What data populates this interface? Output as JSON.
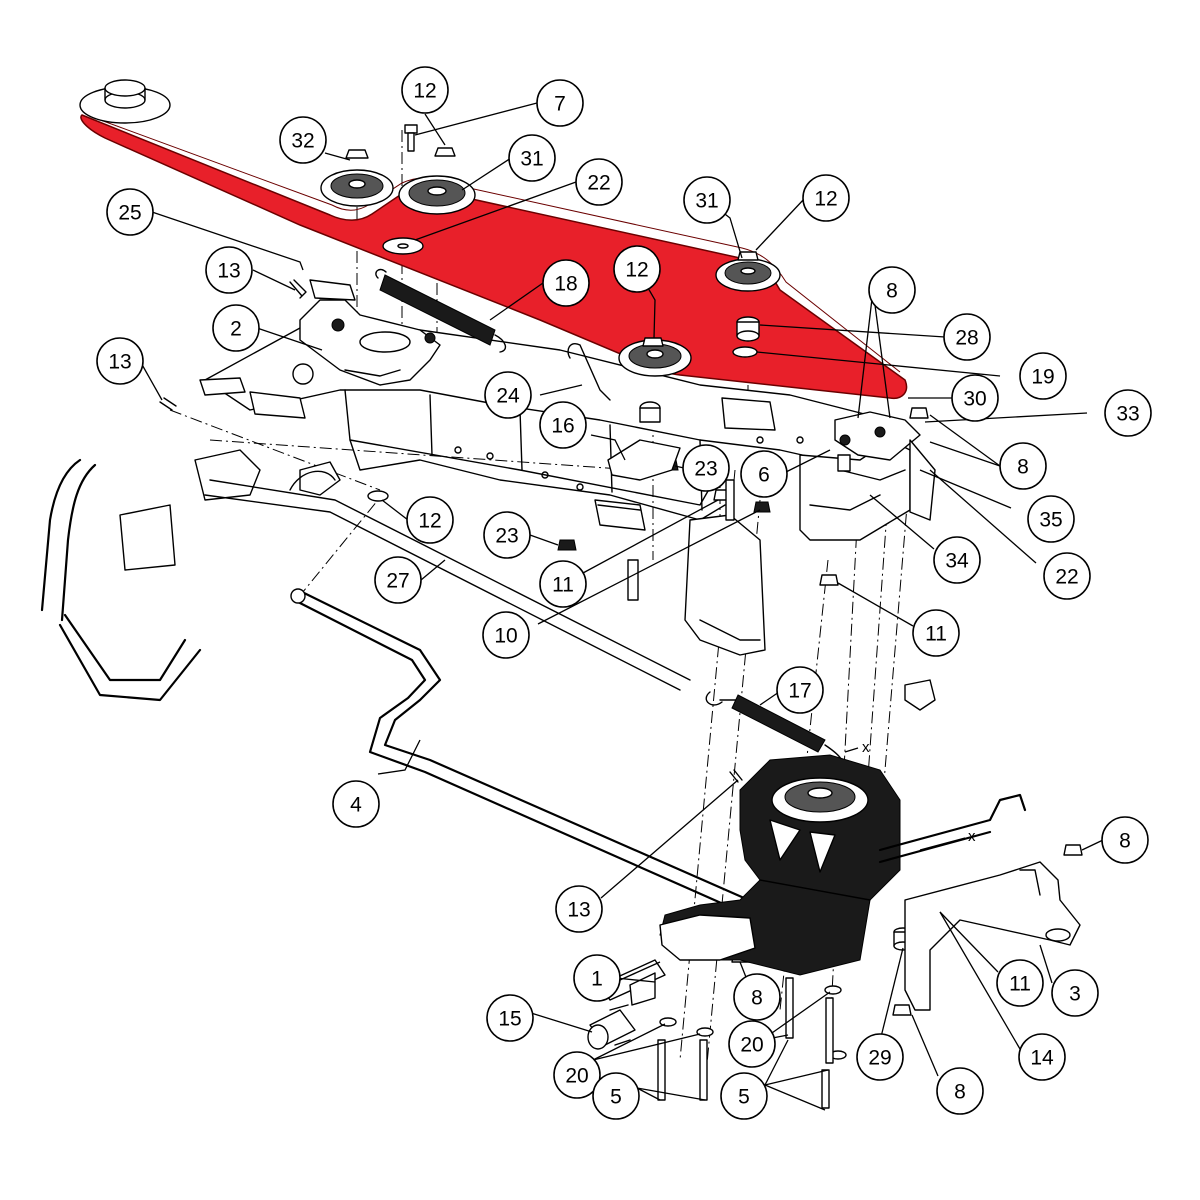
{
  "diagram": {
    "belt_color": "#e8202a",
    "belt_outline_color": "#6b0000",
    "callouts": [
      {
        "id": "c12a",
        "label": "12"
      },
      {
        "id": "c7",
        "label": "7"
      },
      {
        "id": "c32",
        "label": "32"
      },
      {
        "id": "c31a",
        "label": "31"
      },
      {
        "id": "c22a",
        "label": "22"
      },
      {
        "id": "c31b",
        "label": "31"
      },
      {
        "id": "c12b",
        "label": "12"
      },
      {
        "id": "c25",
        "label": "25"
      },
      {
        "id": "c13a",
        "label": "13"
      },
      {
        "id": "c18",
        "label": "18"
      },
      {
        "id": "c12c",
        "label": "12"
      },
      {
        "id": "c8a",
        "label": "8"
      },
      {
        "id": "c2",
        "label": "2"
      },
      {
        "id": "c28",
        "label": "28"
      },
      {
        "id": "c13b",
        "label": "13"
      },
      {
        "id": "c19",
        "label": "19"
      },
      {
        "id": "c24",
        "label": "24"
      },
      {
        "id": "c30",
        "label": "30"
      },
      {
        "id": "c33",
        "label": "33"
      },
      {
        "id": "c16",
        "label": "16"
      },
      {
        "id": "c23a",
        "label": "23"
      },
      {
        "id": "c6",
        "label": "6"
      },
      {
        "id": "c8b",
        "label": "8"
      },
      {
        "id": "c35",
        "label": "35"
      },
      {
        "id": "c12d",
        "label": "12"
      },
      {
        "id": "c23b",
        "label": "23"
      },
      {
        "id": "c34",
        "label": "34"
      },
      {
        "id": "c22b",
        "label": "22"
      },
      {
        "id": "c11a",
        "label": "11"
      },
      {
        "id": "c27",
        "label": "27"
      },
      {
        "id": "c11b",
        "label": "11"
      },
      {
        "id": "c10",
        "label": "10"
      },
      {
        "id": "c17",
        "label": "17"
      },
      {
        "id": "c4",
        "label": "4"
      },
      {
        "id": "c8c",
        "label": "8"
      },
      {
        "id": "c13c",
        "label": "13"
      },
      {
        "id": "c11c",
        "label": "11"
      },
      {
        "id": "c1",
        "label": "1"
      },
      {
        "id": "c3",
        "label": "3"
      },
      {
        "id": "c15",
        "label": "15"
      },
      {
        "id": "c8d",
        "label": "8"
      },
      {
        "id": "c14",
        "label": "14"
      },
      {
        "id": "c20a",
        "label": "20"
      },
      {
        "id": "c20b",
        "label": "20"
      },
      {
        "id": "c29",
        "label": "29"
      },
      {
        "id": "c8e",
        "label": "8"
      },
      {
        "id": "c5a",
        "label": "5"
      },
      {
        "id": "c5b",
        "label": "5"
      }
    ],
    "x_marks": [
      {
        "id": "xa",
        "label": "x"
      },
      {
        "id": "xb",
        "label": "x"
      }
    ]
  }
}
